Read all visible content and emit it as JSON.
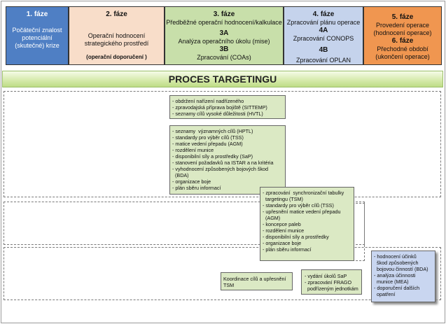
{
  "phases": [
    {
      "title": "1. fáze",
      "lines": [
        "Počáteční znalost",
        "potenciální",
        "(skutečné) krize"
      ]
    },
    {
      "title": "2. fáze",
      "lines": [
        "Operační hodnocení",
        "strategického prostředí"
      ],
      "note": "(operační doporučení )"
    },
    {
      "title": "3. fáze",
      "line1": "Předběžné operační hodnocení/kalkulace",
      "a_label": "3A",
      "a_text": "Analýza operačního úkolu (mise)",
      "b_label": "3B",
      "b_text": "Zpracování (COAs)"
    },
    {
      "title": "4. fáze",
      "line1": "Zpracování plánu operace",
      "a_label": "4A",
      "a_text": "Zpracování CONOPS",
      "b_label": "4B",
      "b_text": "Zpracování OPLAN"
    },
    {
      "title": "5. fáze",
      "lines": [
        "Provedení operace",
        "(hodnocení operace)"
      ],
      "title2": "6. fáze",
      "lines2": [
        "Přechodné období",
        "(ukončení operace)"
      ]
    }
  ],
  "banner": "PROCES TARGETINGU",
  "box1": [
    "- obdržení nařízení nadřízeného",
    "- zpravodajská příprava bojiště (SITTEMP)",
    "- seznamy cílů vysoké důležitosti (HVTL)"
  ],
  "box2": [
    "- seznamy  významných cílů (HPTL)",
    "- standardy pro výběr cílů (TSS)",
    "- matice vedení přepadu (AGM)",
    "- rozdělení munice",
    "- disponibilní síly a prostředky (SaP)",
    "- stanovení požadavků na ISTAR a na kritéria",
    "- vyhodnocení způsobených bojových škod",
    "  (BDA)",
    "- organizace boje",
    "- plán sběru informací"
  ],
  "box3": [
    "- zpracování  synchronizační tabulky",
    "  targetingu (TSM)",
    "- standardy pro výběr cílů (TSS)",
    "- upřesnění matice vedení přepadu",
    "  (AGM)",
    "- koncepce paleb",
    "- rozdělení munice",
    "- disponibilní síly a prostředky",
    "- organizace boje",
    "- plán sběru informací"
  ],
  "box4": [
    "Koordinace cílů  a upřesnění",
    "TSM"
  ],
  "box5": [
    "- vydání úkolů SaP",
    "- zpracování FRAGO",
    "  podřízeným jednotkám"
  ],
  "box6": [
    "- hodnocení účinků",
    "  škod způsobených",
    "  bojovou činností (BDA)",
    "- analýza účinnosti",
    "  munice (MEA)",
    "- doporučení dalších",
    "  opatření"
  ]
}
